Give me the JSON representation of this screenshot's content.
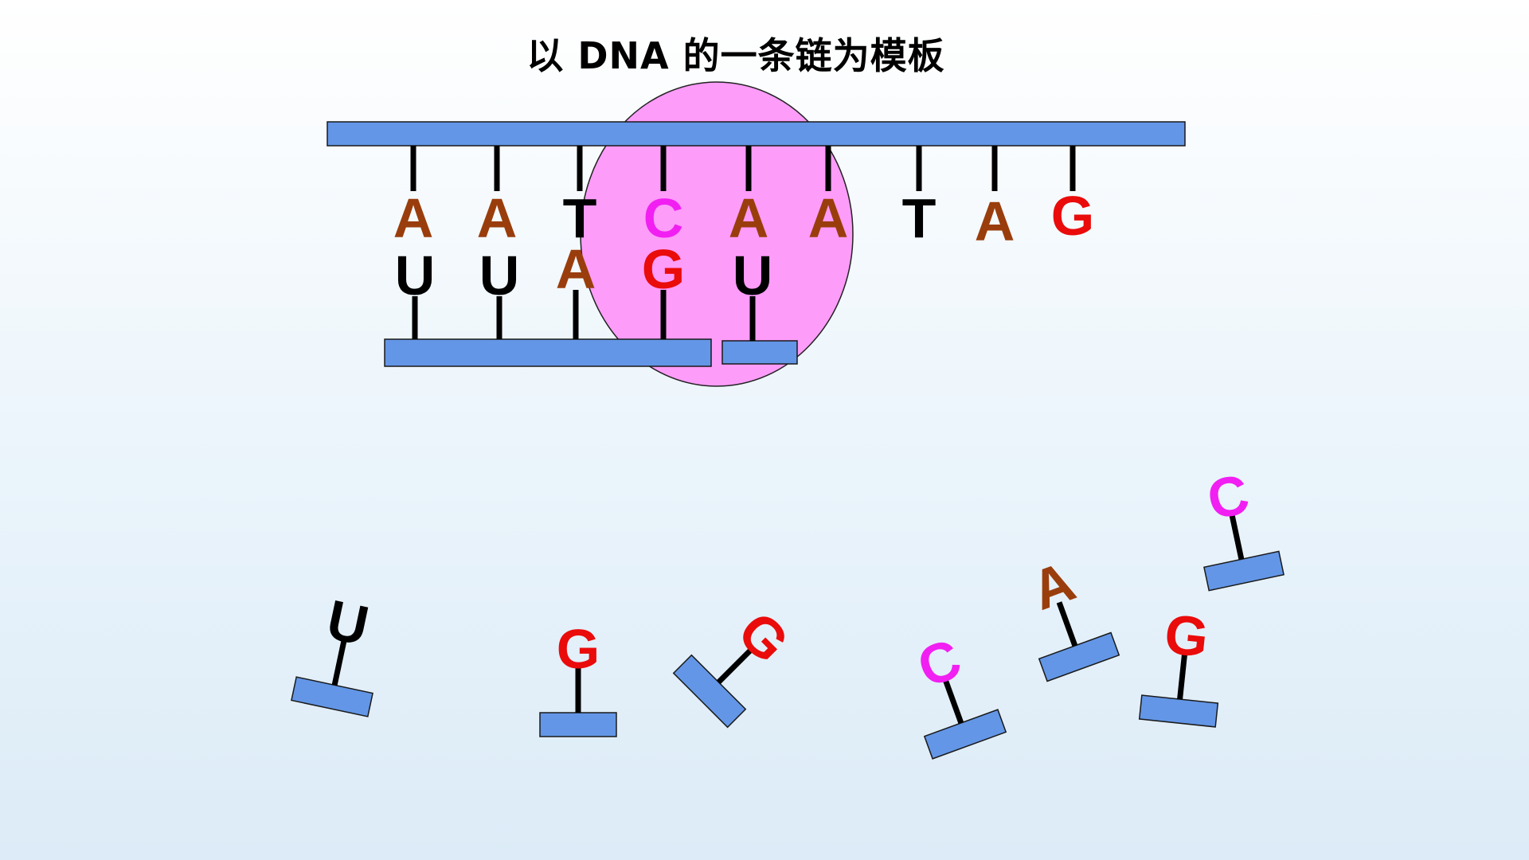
{
  "title": "以 DNA 的一条链为模板",
  "colors": {
    "background_top": "#ffffff",
    "background_bottom": "#dcebf7",
    "strand": "#6396e6",
    "strand_outline": "#1a1a1a",
    "polymerase": "#fd9cf9",
    "A": "#9a3d0c",
    "T": "#000000",
    "U": "#000000",
    "C": "#f11ff2",
    "G": "#ea0b0b"
  },
  "dna_template_bases": [
    "A",
    "A",
    "T",
    "C",
    "A",
    "A",
    "T",
    "A",
    "G"
  ],
  "rna_paired_bases": [
    "U",
    "U",
    "A",
    "G",
    "U"
  ],
  "free_nucleotides": [
    "U",
    "G",
    "G",
    "C",
    "A",
    "G",
    "C"
  ]
}
